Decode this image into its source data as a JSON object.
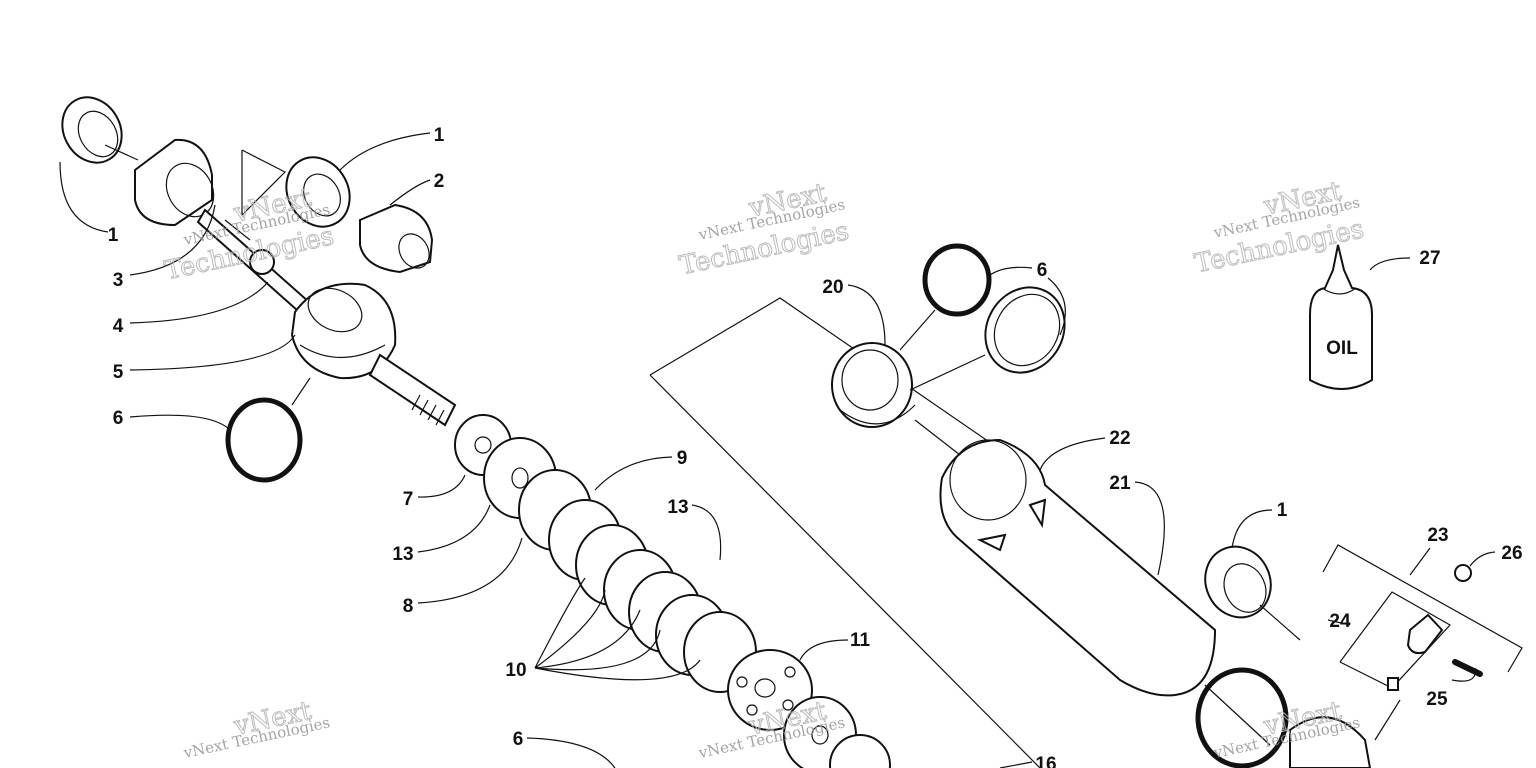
{
  "diagram": {
    "callouts": [
      {
        "id": "c1a",
        "label": "1"
      },
      {
        "id": "c1b",
        "label": "1"
      },
      {
        "id": "c1c",
        "label": "1"
      },
      {
        "id": "c2",
        "label": "2"
      },
      {
        "id": "c3",
        "label": "3"
      },
      {
        "id": "c4",
        "label": "4"
      },
      {
        "id": "c5",
        "label": "5"
      },
      {
        "id": "c6a",
        "label": "6"
      },
      {
        "id": "c6b",
        "label": "6"
      },
      {
        "id": "c6c",
        "label": "6"
      },
      {
        "id": "c7",
        "label": "7"
      },
      {
        "id": "c8",
        "label": "8"
      },
      {
        "id": "c9",
        "label": "9"
      },
      {
        "id": "c10",
        "label": "10"
      },
      {
        "id": "c11",
        "label": "11"
      },
      {
        "id": "c13a",
        "label": "13"
      },
      {
        "id": "c13b",
        "label": "13"
      },
      {
        "id": "c16",
        "label": "16"
      },
      {
        "id": "c20",
        "label": "20"
      },
      {
        "id": "c21",
        "label": "21"
      },
      {
        "id": "c22",
        "label": "22"
      },
      {
        "id": "c23",
        "label": "23"
      },
      {
        "id": "c24",
        "label": "24"
      },
      {
        "id": "c25",
        "label": "25"
      },
      {
        "id": "c26",
        "label": "26"
      },
      {
        "id": "c27",
        "label": "27"
      }
    ],
    "oil_bottle_label": "OIL",
    "watermark": {
      "line1": "vNext Technologies",
      "line2": "Technologies",
      "tag": "vNext"
    }
  }
}
